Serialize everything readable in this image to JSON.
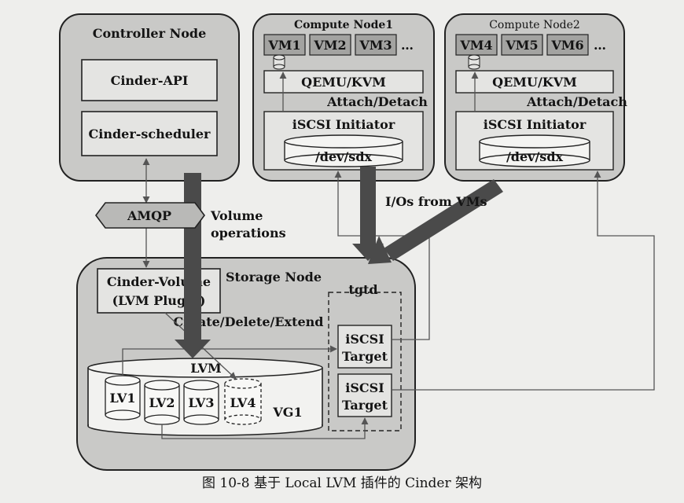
{
  "controller": {
    "title": "Controller Node",
    "api": "Cinder-API",
    "scheduler": "Cinder-scheduler"
  },
  "compute1": {
    "title": "Compute Node1",
    "vms": [
      "VM1",
      "VM2",
      "VM3"
    ],
    "ellipsis": "…",
    "hypervisor": "QEMU/KVM",
    "attach": "Attach/Detach",
    "initiator": "iSCSI Initiator",
    "device": "/dev/sdx"
  },
  "compute2": {
    "title": "Compute Node2",
    "vms": [
      "VM4",
      "VM5",
      "VM6"
    ],
    "ellipsis": "…",
    "hypervisor": "QEMU/KVM",
    "attach": "Attach/Detach",
    "initiator": "iSCSI Initiator",
    "device": "/dev/sdx"
  },
  "amqp": "AMQP",
  "volume_ops": [
    "Volume",
    "operations"
  ],
  "ios": "I/Os from VMs",
  "storage": {
    "title": "Storage Node",
    "cinder_volume": [
      "Cinder-Volume",
      "(LVM Plugin)"
    ],
    "create_delete": "Create/Delete/Extend",
    "tgtd": "tgtd",
    "lvm": "LVM",
    "lvs": [
      "LV1",
      "LV2",
      "LV3",
      "LV4"
    ],
    "vg": "VG1",
    "targets": [
      [
        "iSCSI",
        "Target"
      ],
      [
        "iSCSI",
        "Target"
      ]
    ]
  },
  "caption": "图 10-8   基于 Local LVM 插件的 Cinder 架构",
  "colors": {
    "node_fill": "#c9c9c7",
    "box_fill": "#e4e4e2",
    "arrow_dark": "#4a4a4a",
    "line": "#222222"
  }
}
